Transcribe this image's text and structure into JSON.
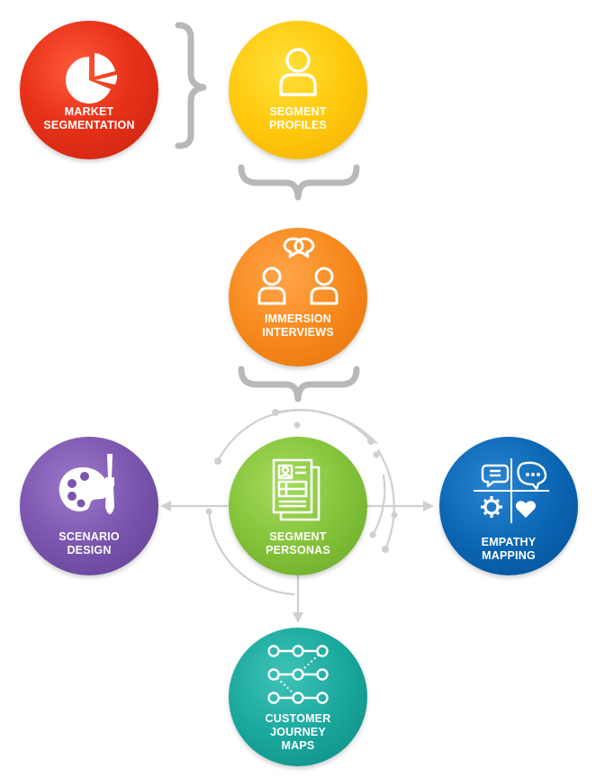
{
  "nodes": {
    "market": {
      "line1": "MARKET",
      "line2": "SEGMENTATION",
      "icon": "pie-chart-icon",
      "color": "#e8321a"
    },
    "profiles": {
      "line1": "SEGMENT",
      "line2": "PROFILES",
      "icon": "person-icon",
      "color": "#ffc90c"
    },
    "immersion": {
      "line1": "IMMERSION",
      "line2": "INTERVIEWS",
      "icon": "conversation-icon",
      "color": "#f7891d"
    },
    "personas": {
      "line1": "SEGMENT",
      "line2": "PERSONAS",
      "icon": "persona-document-icon",
      "color": "#84c33a"
    },
    "scenario": {
      "line1": "SCENARIO",
      "line2": "DESIGN",
      "icon": "palette-brush-icon",
      "color": "#7b55ae"
    },
    "empathy": {
      "line1": "EMPATHY",
      "line2": "MAPPING",
      "icon": "empathy-quadrant-icon",
      "color": "#0b66b4"
    },
    "journey": {
      "line1": "CUSTOMER",
      "line2": "JOURNEY",
      "line3": "MAPS",
      "icon": "journey-network-icon",
      "color": "#1aa89d"
    }
  },
  "connector_color": "#b8b8b8"
}
